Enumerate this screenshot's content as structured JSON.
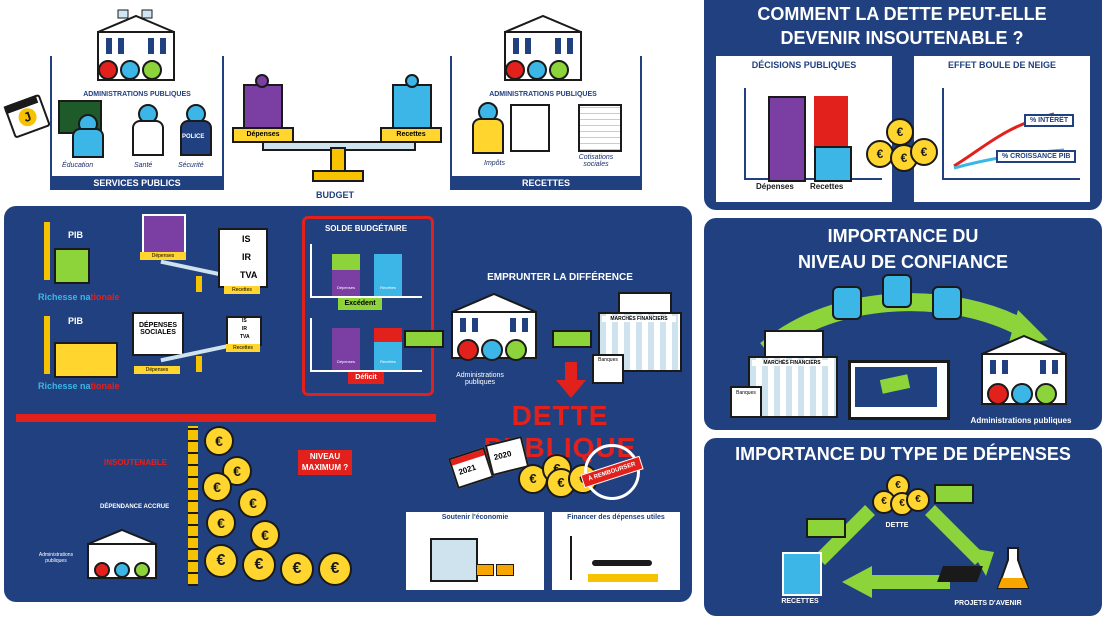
{
  "top": {
    "admin_left": "ADMINISTRATIONS PUBLIQUES",
    "admin_right": "ADMINISTRATIONS PUBLIQUES",
    "services_items": [
      "Éducation",
      "Santé",
      "Sécurité"
    ],
    "services_label": "SERVICES PUBLICS",
    "recettes_items": [
      "Impôts",
      "Cotisations sociales"
    ],
    "recettes_label": "RECETTES",
    "scale_left": "Dépenses",
    "scale_right": "Recettes",
    "budget": "BUDGET",
    "calendar_letter": "J",
    "police": "POLICE"
  },
  "main": {
    "pib1": "PIB",
    "pib2": "PIB",
    "richesse1_a": "Richesse na",
    "richesse1_b": "tionale",
    "richesse2_a": "Richesse na",
    "richesse2_b": "tionale",
    "depenses_small": "Dépenses",
    "recettes_small": "Recettes",
    "tax1": [
      "IS",
      "IR",
      "TVA"
    ],
    "tax2": [
      "IS",
      "IR",
      "TVA"
    ],
    "depenses_sociales": "DÉPENSES SOCIALES",
    "solde_title": "SOLDE BUDGÉTAIRE",
    "excedent": "Excédent",
    "deficit": "Déficit",
    "solde_dep": "Dépenses",
    "solde_rec": "Recettes",
    "emprunter": "EMPRUNTER LA DIFFÉRENCE",
    "admin_pub": "Administrations publiques",
    "marches": "MARCHÉS FINANCIERS",
    "banques": "Banques",
    "dette": "DETTE PUBLIQUE",
    "insoutenable": "INSOUTENABLE",
    "niveau_max": "NIVEAU MAXIMUM ?",
    "dependance": "DÉPENDANCE ACCRUE",
    "admin_pub2": "Administrations publiques",
    "rembourser": "À REMBOURSER",
    "year1": "2021",
    "year2": "2020",
    "soutenir": "Soutenir l'économie",
    "financer": "Financer des dépenses utiles",
    "euro": "€"
  },
  "right": {
    "title1": "COMMENT LA DETTE PEUT-ELLE DEVENIR INSOUTENABLE ?",
    "decisions": "DÉCISIONS PUBLIQUES",
    "boule": "EFFET BOULE DE NEIGE",
    "dep": "Dépenses",
    "rec": "Recettes",
    "interet": "% INTÉRÊT",
    "croissance": "% CROISSANCE PIB",
    "title2a": "IMPORTANCE DU",
    "title2b": "NIVEAU DE CONFIANCE",
    "marches": "MARCHÉS FINANCIERS",
    "banques": "Banques",
    "admin": "Administrations publiques",
    "title3": "IMPORTANCE DU TYPE DE DÉPENSES",
    "dette": "DETTE",
    "recettes": "RECETTES",
    "projets": "PROJETS D'AVENIR"
  },
  "colors": {
    "navy": "#21407f",
    "purple": "#7b3fa4",
    "cyan": "#3bb6e6",
    "red": "#e3211c",
    "green": "#8cd43a",
    "yellow": "#ffd52e",
    "orange": "#f7a600"
  }
}
